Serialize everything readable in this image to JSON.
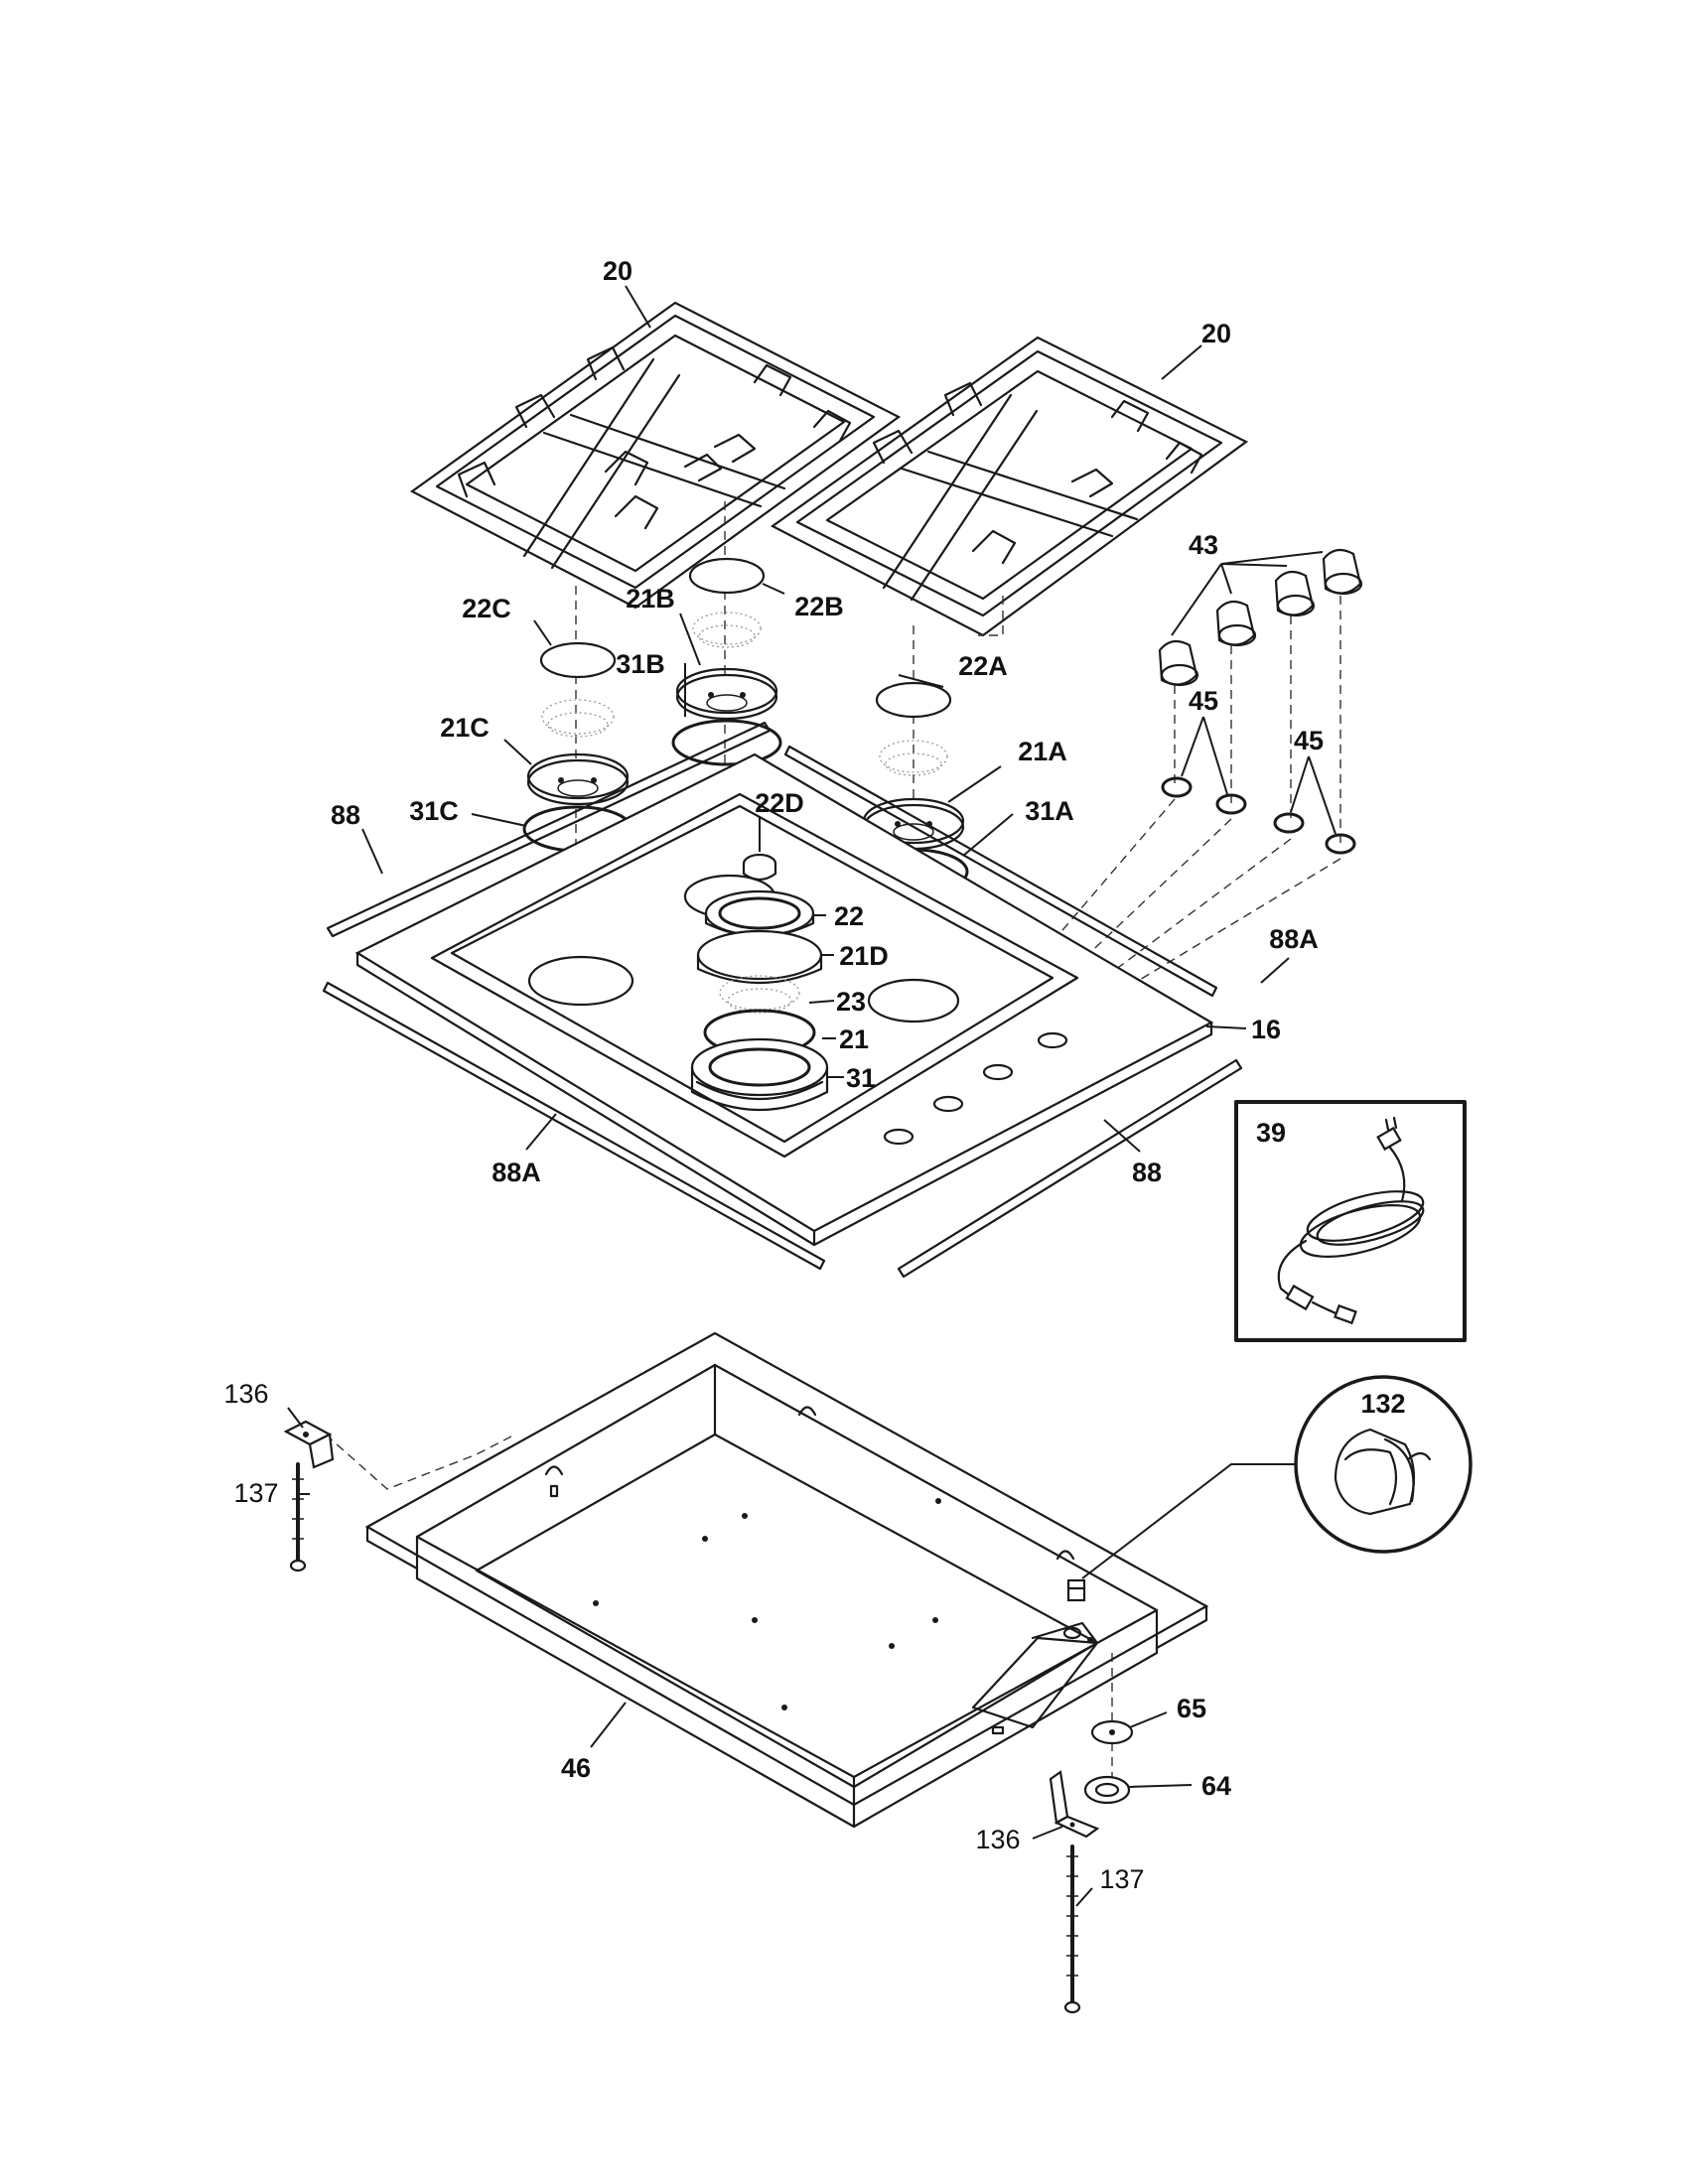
{
  "diagram": {
    "labels": {
      "grate_left": "20",
      "grate_right": "20",
      "cap_22c": "22C",
      "head_21b": "21B",
      "cap_22b": "22B",
      "ring_31b": "31B",
      "cap_22a": "22A",
      "head_21c": "21C",
      "head_21a": "21A",
      "ring_31c": "31C",
      "cap_22d": "22D",
      "ring_31a": "31A",
      "trim_88_top": "88",
      "cap_22": "22",
      "head_21d": "21D",
      "trim_88a_right": "88A",
      "part_23": "23",
      "head_21": "21",
      "ring_31": "31",
      "cooktop_16": "16",
      "trim_88a_bottom": "88A",
      "trim_88_bottom": "88",
      "knobs_43": "43",
      "seals_45_left": "45",
      "seals_45_right": "45",
      "cord_39": "39",
      "bracket_136_top": "136",
      "screw_137_top": "137",
      "regulator_132": "132",
      "burner_box_46": "46",
      "part_65": "65",
      "part_64": "64",
      "bracket_136_bottom": "136",
      "screw_137_bottom": "137"
    }
  }
}
